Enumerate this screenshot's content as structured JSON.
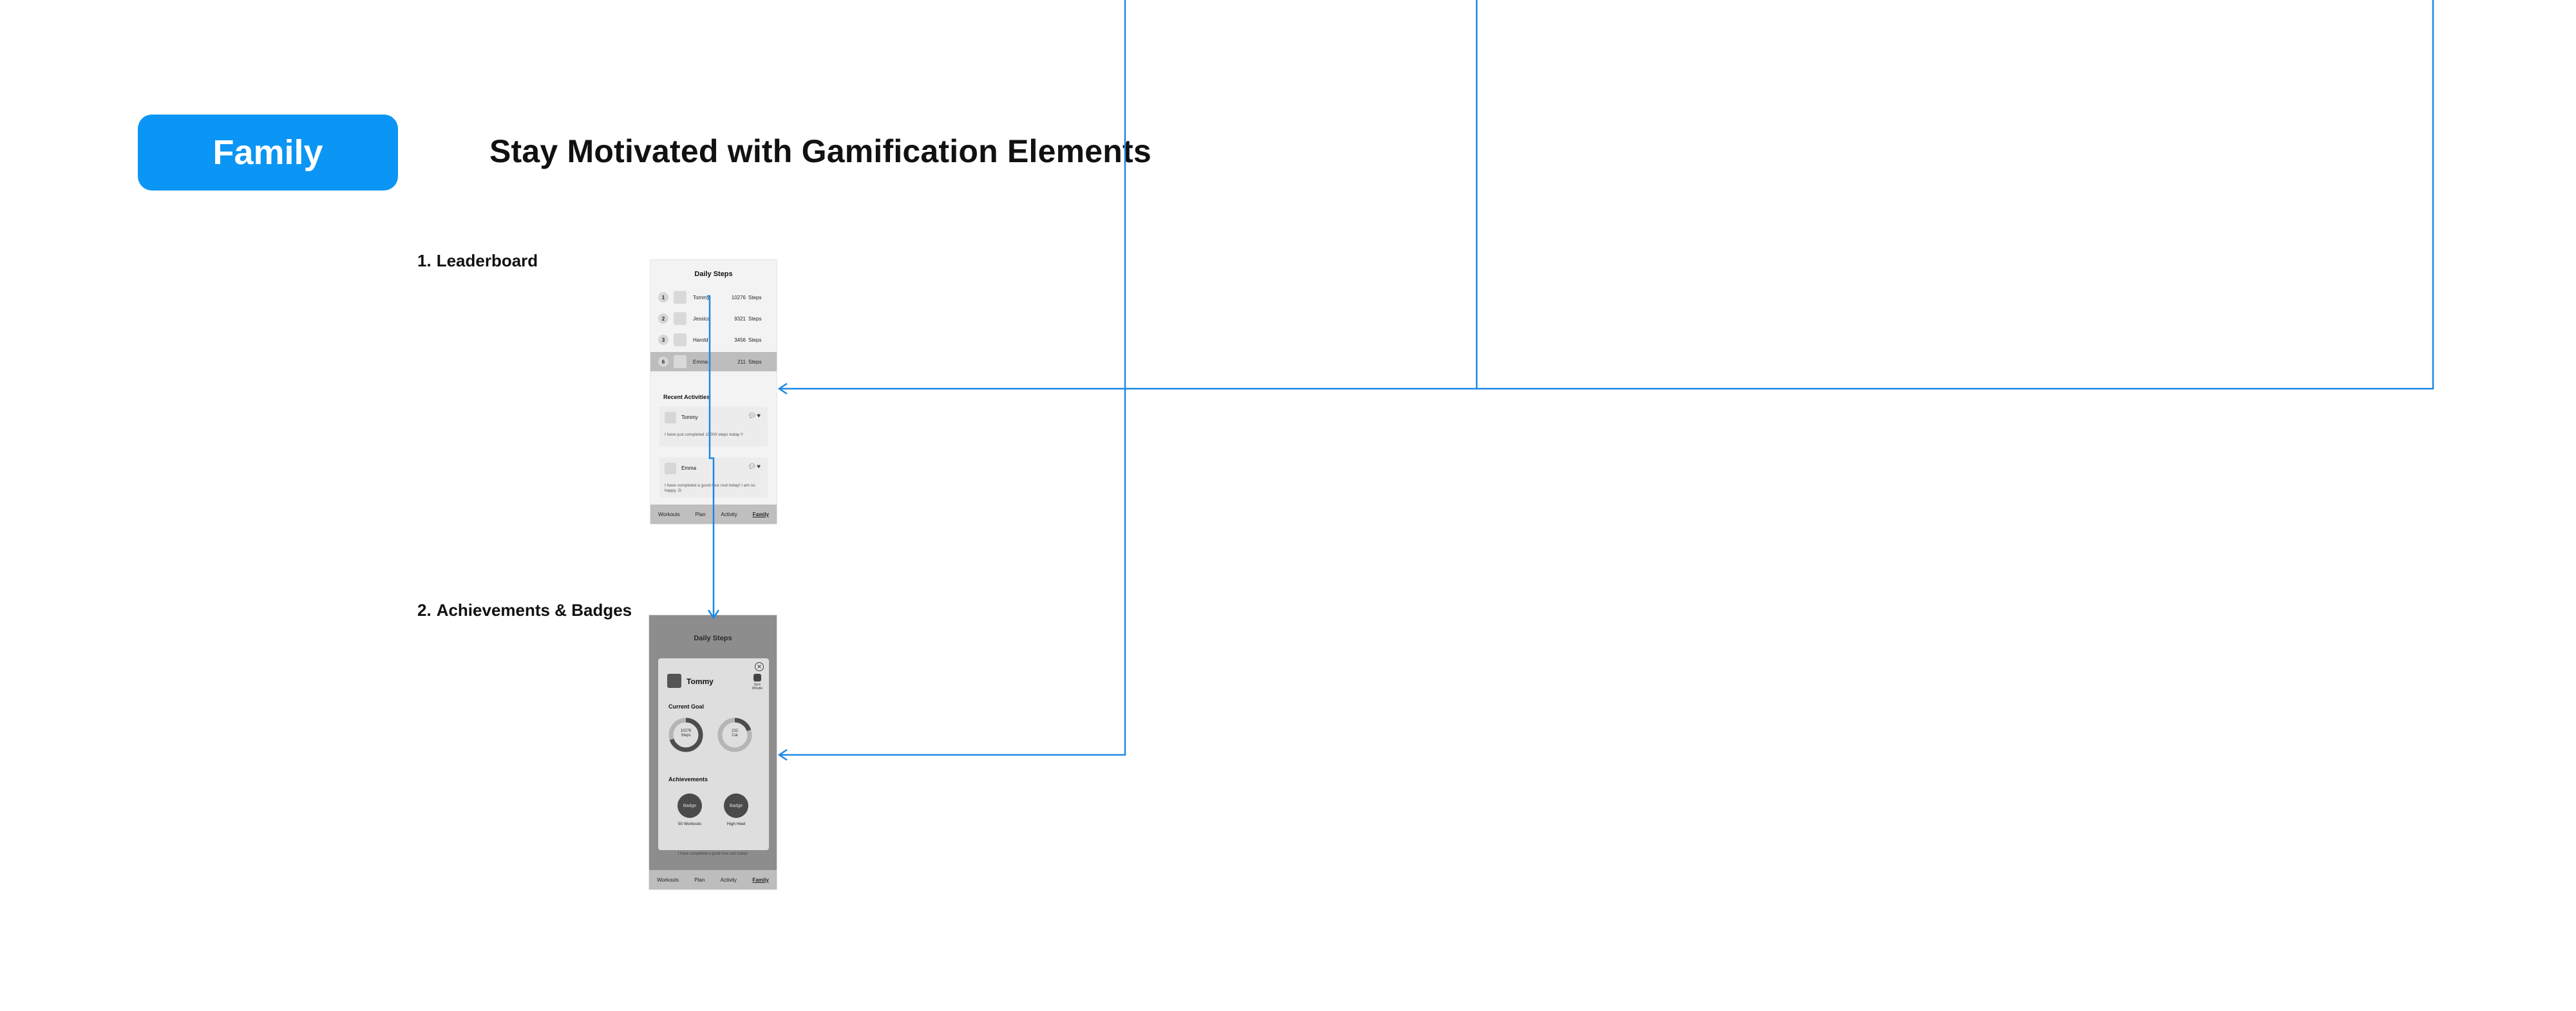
{
  "header": {
    "pill_label": "Family",
    "title": "Stay Motivated with Gamification Elements"
  },
  "sections": [
    {
      "number": "1.",
      "label": "Leaderboard"
    },
    {
      "number": "2.",
      "label": "Achievements & Badges"
    }
  ],
  "leaderboard_screen": {
    "title": "Daily Steps",
    "rows": [
      {
        "rank": "1",
        "name": "Tommy",
        "value": "10276",
        "unit": "Steps"
      },
      {
        "rank": "2",
        "name": "Jessica",
        "value": "9321",
        "unit": "Steps"
      },
      {
        "rank": "3",
        "name": "Harold",
        "value": "3456",
        "unit": "Steps"
      },
      {
        "rank": "6",
        "name": "Emma",
        "value": "211",
        "unit": "Steps"
      }
    ],
    "recent_title": "Recent Activities",
    "activities": [
      {
        "name": "Tommy",
        "message": "I have just completed 10000 steps today !!"
      },
      {
        "name": "Emma",
        "message": "I have completed a good nice rout today! I am so happy :D"
      }
    ],
    "tabs": [
      "Workouts",
      "Plan",
      "Activity",
      "Family"
    ]
  },
  "achievements_screen": {
    "title": "Daily Steps",
    "user": "Tommy",
    "watch_label": "Sync Whistle",
    "current_goal_label": "Current Goal",
    "rings": [
      {
        "value": "10276",
        "unit": "Steps",
        "fraction": 0.7
      },
      {
        "value": "232",
        "unit": "Cal",
        "fraction": 0.2
      }
    ],
    "achievements_label": "Achievements",
    "badges": [
      {
        "badge_text": "Badge",
        "label": "50 Workouts"
      },
      {
        "badge_text": "Badge",
        "label": "High Heel"
      }
    ],
    "peek_text": "I have completed a good nice rout today!",
    "tabs": [
      "Workouts",
      "Plan",
      "Activity",
      "Family"
    ]
  },
  "colors": {
    "accent": "#0b95f4",
    "connector": "#1e88e5"
  }
}
